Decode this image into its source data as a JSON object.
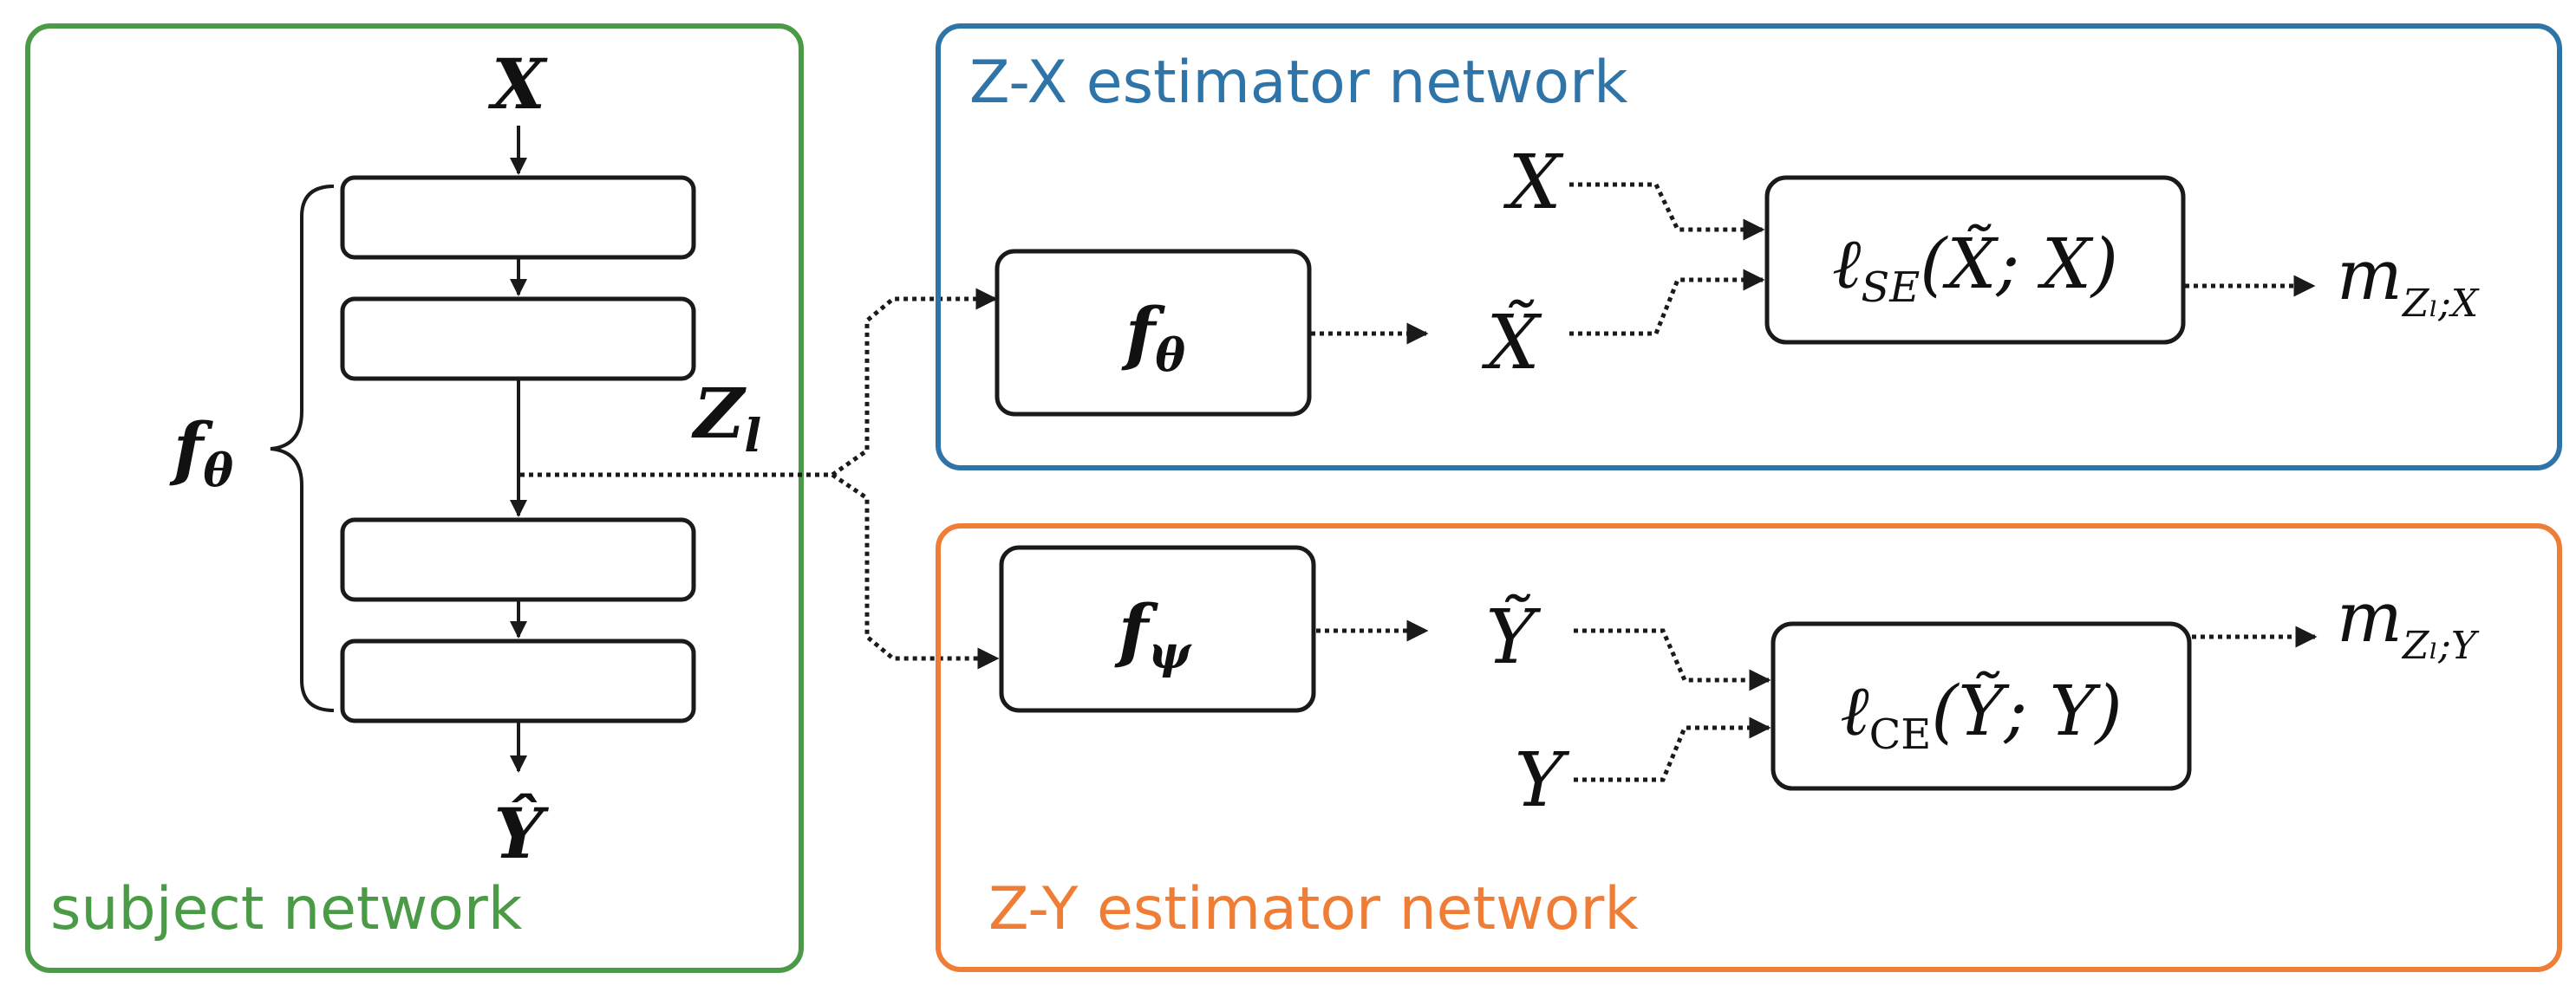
{
  "colors": {
    "subject": "#4a9a46",
    "zx": "#2f74a8",
    "zy": "#ef7d36",
    "ink": "#1a1a1a"
  },
  "subject": {
    "title": "subject network",
    "input": "X",
    "output": "Ŷ",
    "f_symbol": "f",
    "f_sub": "θ",
    "z_symbol": "Z",
    "z_sub": "l"
  },
  "zx": {
    "title": "Z-X estimator network",
    "f_symbol": "f",
    "f_sub": "θ",
    "estimate": "X̃",
    "target": "X",
    "loss_symbol": "ℓ",
    "loss_sub": "SE",
    "loss_args": "(X̃; X)",
    "metric_symbol": "m",
    "metric_sub": "Zₗ;X"
  },
  "zy": {
    "title": "Z-Y estimator network",
    "f_symbol": "f",
    "f_sub": "ψ",
    "estimate": "Ỹ",
    "target": "Y",
    "loss_symbol": "ℓ",
    "loss_sub": "CE",
    "loss_args": "(Ỹ; Y)",
    "metric_symbol": "m",
    "metric_sub": "Zₗ;Y"
  }
}
